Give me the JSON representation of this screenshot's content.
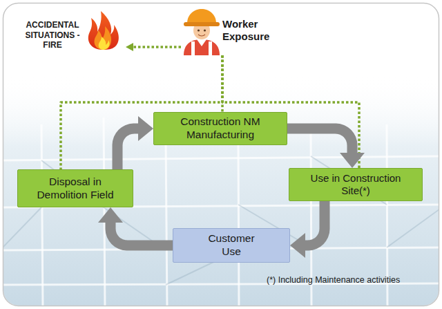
{
  "diagram": {
    "nodes": [
      {
        "text": [
          "ACCIDENTAL SITUATIONS - FIRE"
        ]
      },
      {
        "text": [
          "Worker Exposure"
        ]
      },
      {
        "text": [
          "Construction NM Manufacturing"
        ]
      },
      {
        "text": [
          "Disposal in Demolition Field"
        ]
      },
      {
        "text": [
          "Use in Construction Site(*)"
        ]
      },
      {
        "text": [
          "Customer Use"
        ]
      }
    ],
    "edges": [
      {
        "from": 1,
        "to": 0,
        "arrow": "to"
      },
      {
        "from": 1,
        "to": 2,
        "arrow": "none"
      },
      {
        "from": 1,
        "to": 3,
        "arrow": "none"
      },
      {
        "from": 1,
        "to": 4,
        "arrow": "none"
      },
      {
        "from": 3,
        "to": 2,
        "arrow": "to"
      },
      {
        "from": 2,
        "to": 4,
        "arrow": "to"
      },
      {
        "from": 4,
        "to": 5,
        "arrow": "to"
      },
      {
        "from": 5,
        "to": 3,
        "arrow": "to"
      }
    ],
    "labels": [
      "(*) Including Maintenance activities"
    ]
  }
}
